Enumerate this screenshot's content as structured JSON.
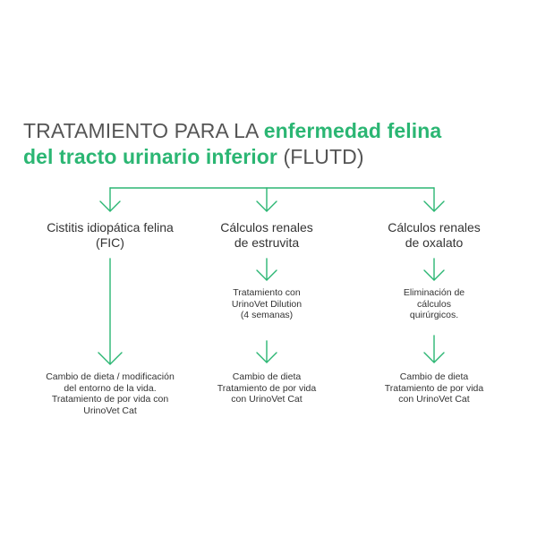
{
  "title": {
    "part1": "TRATAMIENTO PARA LA ",
    "part2": "enfermedad felina",
    "part3": "del tracto urinario inferior",
    "part4": " (FLUTD)"
  },
  "columns": [
    {
      "heading": "Cistitis idiopática felina (FIC)",
      "step": "",
      "outcome_lines": [
        "Cambio de dieta / modificación",
        "del entorno de la vida.",
        "Tratamiento de por vida con",
        "UrinoVet Cat"
      ]
    },
    {
      "heading_lines": [
        "Cálculos renales",
        "de estruvita"
      ],
      "step_lines": [
        "Tratamiento con",
        "UrinoVet Dilution",
        "(4 semanas)"
      ],
      "outcome_lines": [
        "Cambio de dieta",
        "Tratamiento de por vida",
        "con UrinoVet Cat"
      ]
    },
    {
      "heading_lines": [
        "Cálculos renales",
        "de oxalato"
      ],
      "step_lines": [
        "Eliminación de",
        "cálculos",
        "quirúrgicos."
      ],
      "outcome_lines": [
        "Cambio de dieta",
        "Tratamiento de por vida",
        "con UrinoVet Cat"
      ]
    }
  ],
  "col1_heading_lines": [
    "Cistitis idiopática felina",
    "(FIC)"
  ],
  "colors": {
    "accent": "#2bb673",
    "text": "#333333",
    "title_gray": "#555555"
  }
}
